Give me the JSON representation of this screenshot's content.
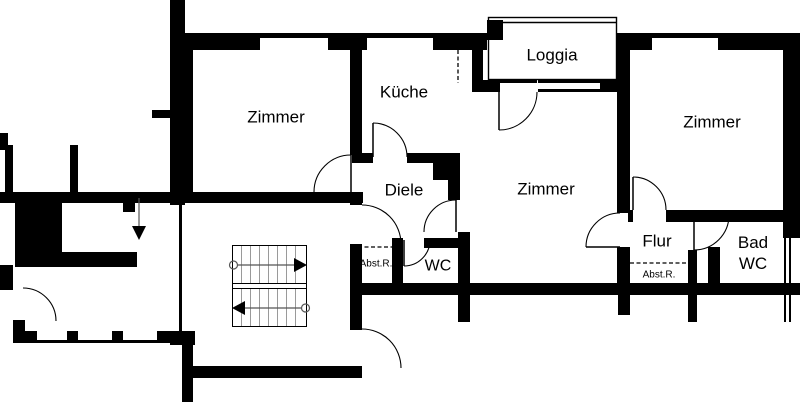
{
  "plan": {
    "background_color": "#ffffff",
    "wall_color": "#000000",
    "rooms": {
      "zimmer_left": {
        "label": "Zimmer"
      },
      "kueche": {
        "label": "Küche"
      },
      "loggia": {
        "label": "Loggia"
      },
      "diele": {
        "label": "Diele"
      },
      "zimmer_center": {
        "label": "Zimmer"
      },
      "zimmer_right": {
        "label": "Zimmer"
      },
      "wc": {
        "label": "WC"
      },
      "flur": {
        "label": "Flur"
      },
      "abstellraum_left": {
        "label": "Abst.R."
      },
      "abstellraum_right": {
        "label": "Abst.R."
      },
      "bad_wc": {
        "line1": "Bad",
        "line2": "WC"
      }
    },
    "symbols": {
      "staircase_up_arrow": "right-arrow",
      "staircase_down_arrow": "left-arrow",
      "entrance_arrow": "down-arrow"
    }
  }
}
